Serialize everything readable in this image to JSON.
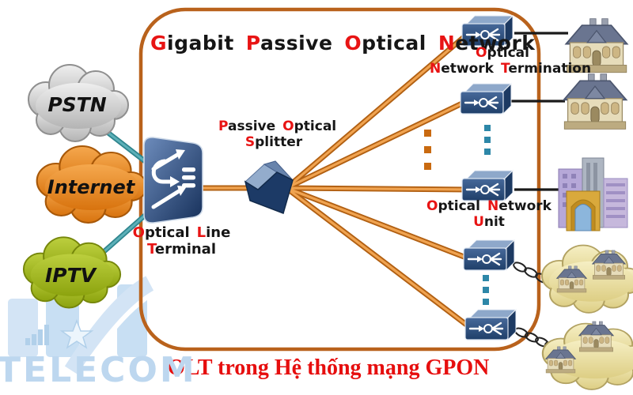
{
  "header": {
    "title_words": [
      {
        "f": "G",
        "r": "igabit"
      },
      {
        "f": "P",
        "r": "assive"
      },
      {
        "f": "O",
        "r": "ptical"
      },
      {
        "f": "N",
        "r": "etwork"
      }
    ]
  },
  "clouds": {
    "pstn": "PSTN",
    "internet": "Internet",
    "iptv": "IPTV"
  },
  "devices": {
    "olt_label": {
      "line1": [
        {
          "f": "O",
          "r": "ptical"
        },
        {
          "f": "L",
          "r": "ine"
        }
      ],
      "line2": [
        {
          "f": "T",
          "r": "erminal"
        }
      ]
    },
    "splitter_label": {
      "line1": [
        {
          "f": "P",
          "r": "assive"
        },
        {
          "f": "O",
          "r": "ptical"
        }
      ],
      "line2": [
        {
          "f": "S",
          "r": "plitter"
        }
      ]
    },
    "ont_label": {
      "line1": [
        {
          "f": "O",
          "r": "ptical"
        }
      ],
      "line2": [
        {
          "f": "N",
          "r": "etwork"
        },
        {
          "f": "T",
          "r": "ermination"
        }
      ]
    },
    "onu_label": {
      "line1": [
        {
          "f": "O",
          "r": "ptical"
        },
        {
          "f": "N",
          "r": "etwork"
        }
      ],
      "line2": [
        {
          "f": "U",
          "r": "nit"
        }
      ]
    }
  },
  "caption": "OLT trong Hệ thống mạng GPON",
  "watermark": "TELECOM",
  "icons": {
    "olt-icon": "blue 3D switch box with white routing arrows",
    "splitter-icon": "blue 3D wedge prism",
    "onu-icon": "blue 3D box with arrow-into-splitter glyph",
    "cloud-icon": "puffy network cloud",
    "house-icon": "suburban house clipart",
    "buildings-icon": "city building cluster",
    "ellipsis-dots": "vertical continuation dots",
    "chain-link-line": "chained ellipses drop line"
  },
  "colors": {
    "boundary_border": "#b9621c",
    "fiber_orange": "#e99a44",
    "access_teal": "#3f9aa2",
    "highlight_red": "#e81414",
    "caption_red": "#e60e0e",
    "device_navy": "#2c4e7e",
    "watermark_blue": "#bdd7ef"
  }
}
